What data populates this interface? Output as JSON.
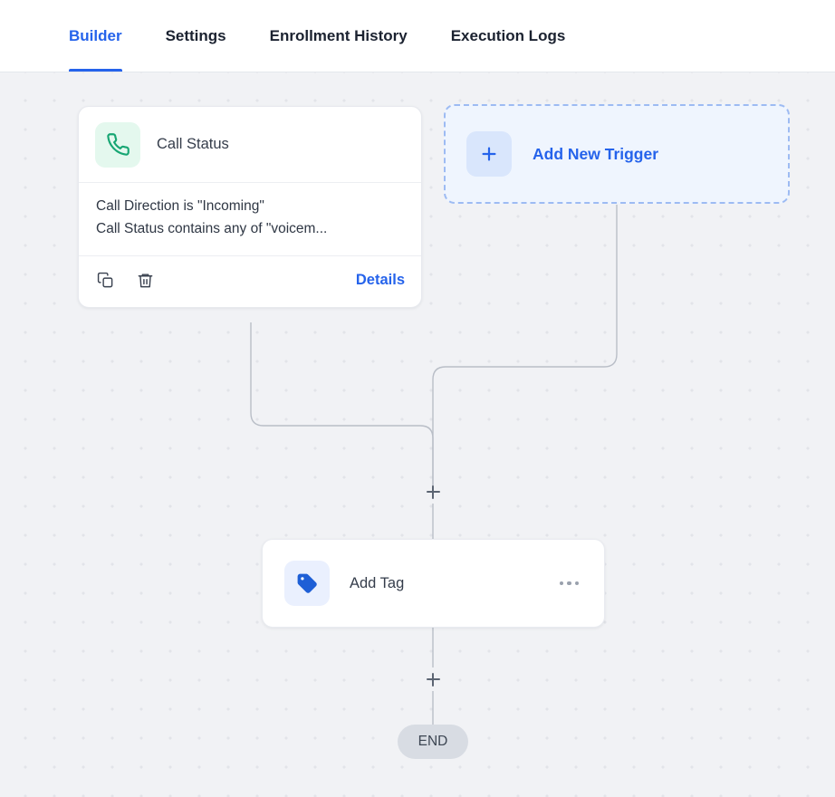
{
  "tabs": [
    {
      "label": "Builder",
      "active": true
    },
    {
      "label": "Settings",
      "active": false
    },
    {
      "label": "Enrollment History",
      "active": false
    },
    {
      "label": "Execution Logs",
      "active": false
    }
  ],
  "trigger_card": {
    "icon": "phone-icon",
    "title": "Call Status",
    "conditions": [
      "Call Direction is \"Incoming\"",
      "Call Status contains any of \"voicem..."
    ],
    "footer": {
      "duplicate_icon": "copy-icon",
      "delete_icon": "trash-icon",
      "details_label": "Details"
    }
  },
  "add_trigger": {
    "icon": "plus-icon",
    "label": "Add New Trigger"
  },
  "action_card": {
    "icon": "tag-icon",
    "title": "Add Tag",
    "menu_icon": "more-horizontal-icon"
  },
  "edge_handles": [
    {
      "name": "add-step-above-action",
      "label": "+"
    },
    {
      "name": "add-step-below-action",
      "label": "+"
    }
  ],
  "end_node": {
    "label": "END"
  },
  "colors": {
    "accent": "#2563eb",
    "canvas": "#f1f2f5",
    "grid_dot": "#e2e4e9",
    "phone_icon": "#17a673",
    "phone_tile": "#e4f8ee",
    "tag_icon": "#1e5fd6",
    "tag_tile": "#eaf0fe",
    "trigger_dash_border": "#9dbbf3",
    "trigger_fill": "#eff5fe",
    "edge_line": "#b9bec7",
    "end_pill": "#d8dce3",
    "text_primary": "#353d4b"
  }
}
